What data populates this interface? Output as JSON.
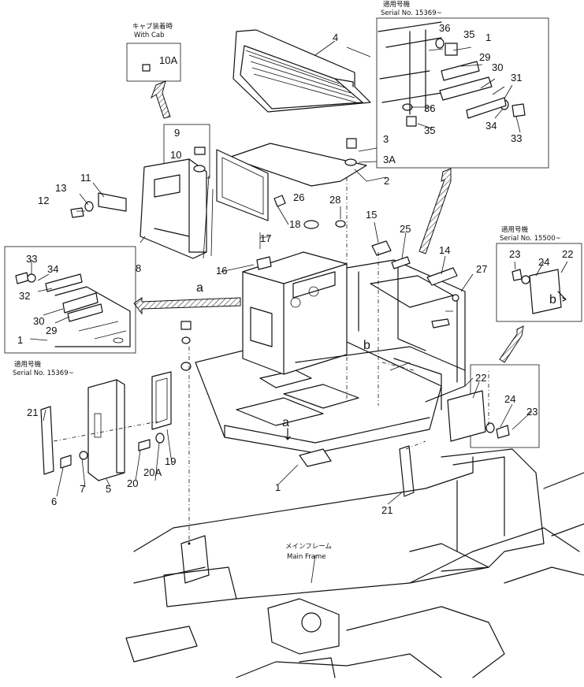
{
  "labels": {
    "cab_jp": "キャブ装着時",
    "cab_en": "With Cab",
    "serial_jp": "適用号機",
    "serial_15369": "Serial No. 15369~",
    "serial_15500": "Serial No. 15500~",
    "main_frame_jp": "メインフレーム",
    "main_frame_en": "Main Frame"
  },
  "callouts": {
    "c1": "1",
    "c2": "2",
    "c3": "3",
    "c3A": "3A",
    "c4": "4",
    "c5": "5",
    "c6": "6",
    "c7": "7",
    "c8": "8",
    "c9": "9",
    "c10": "10",
    "c10A": "10A",
    "c11": "11",
    "c12": "12",
    "c13": "13",
    "c14": "14",
    "c15": "15",
    "c16": "16",
    "c17": "17",
    "c18": "18",
    "c19": "19",
    "c20": "20",
    "c20A": "20A",
    "c21": "21",
    "c22": "22",
    "c23": "23",
    "c24": "24",
    "c25": "25",
    "c26": "26",
    "c27": "27",
    "c28": "28",
    "c29": "29",
    "c30": "30",
    "c31": "31",
    "c32": "32",
    "c33": "33",
    "c34": "34",
    "c35": "35",
    "c36": "36",
    "ca": "a",
    "cb": "b"
  }
}
